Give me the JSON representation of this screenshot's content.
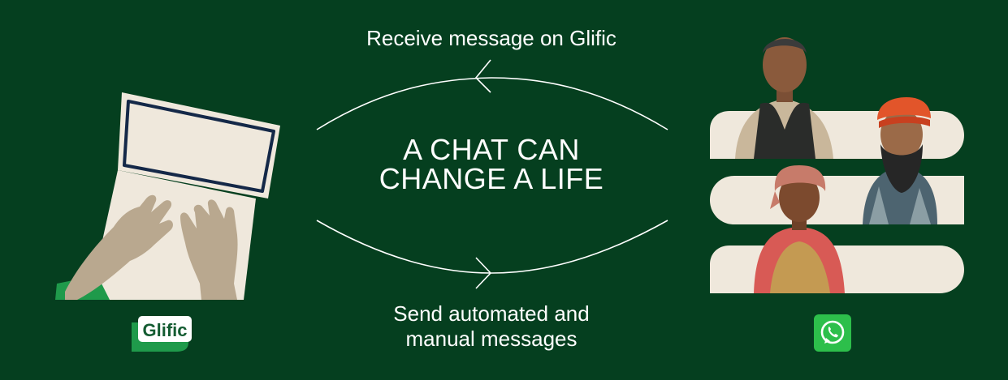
{
  "top_caption": "Receive message on Glific",
  "headline": {
    "line1": "A CHAT CAN",
    "line2": "CHANGE A LIFE"
  },
  "bottom_caption": {
    "line1": "Send automated and",
    "line2": "manual messages"
  },
  "logo": {
    "text": "Glific"
  },
  "icons": {
    "laptop": "laptop-typing-illustration",
    "whatsapp": "whatsapp-icon"
  },
  "colors": {
    "background": "#053f1f",
    "cream": "#efe8dc",
    "glific_green": "#1f9a4b",
    "whatsapp_green": "#2dbf4b"
  }
}
